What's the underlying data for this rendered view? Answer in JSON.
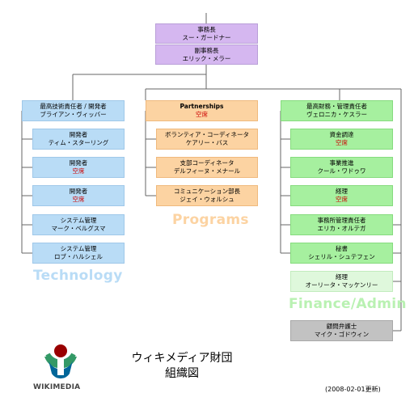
{
  "chart_data": {
    "type": "org-chart",
    "nodes": {
      "ed": {
        "title": "事務長",
        "name": "スー・ガードナー"
      },
      "ded": {
        "title": "副事務長",
        "name": "エリック・メラー"
      },
      "cto": {
        "title": "最高技術責任者 / 開発者",
        "name": "ブライアン・ヴィッバー"
      },
      "dev1": {
        "title": "開発者",
        "name": "ティム・スターリング"
      },
      "dev2": {
        "title": "開発者",
        "name": "空席"
      },
      "dev3": {
        "title": "開発者",
        "name": "空席"
      },
      "sys1": {
        "title": "システム管理",
        "name": "マーク・ベルグスマ"
      },
      "sys2": {
        "title": "システム管理",
        "name": "ロブ・ハルシェル"
      },
      "partner": {
        "title": "Partnerships",
        "name": "空席"
      },
      "volunteer": {
        "title": "ボランティア・コーディネータ",
        "name": "ケアリー・バス"
      },
      "chapter": {
        "title": "支部コーディネータ",
        "name": "デルフィーヌ・メナール"
      },
      "comm": {
        "title": "コミュニケーション部長",
        "name": "ジェイ・ウォルシュ"
      },
      "cfo": {
        "title": "最高財務・管理責任者",
        "name": "ヴェロニカ・ケスラー"
      },
      "fund": {
        "title": "資金調達",
        "name": "空席"
      },
      "bizdev": {
        "title": "事業推進",
        "name": "クール・ワドゥワ"
      },
      "acct1": {
        "title": "経理",
        "name": "空席"
      },
      "office": {
        "title": "事務所管理責任者",
        "name": "エリカ・オルテガ"
      },
      "sec": {
        "title": "秘書",
        "name": "シェリル・シュテフェン"
      },
      "acct2": {
        "title": "経理",
        "name": "オーリータ・マッケンリー"
      },
      "counsel": {
        "title": "顧問弁護士",
        "name": "マイク・ゴドウィン"
      }
    },
    "departments": {
      "technology": "Technology",
      "programs": "Programs",
      "finance": "Finance/Admin"
    }
  },
  "footer": {
    "title_line1": "ウィキメディア財団",
    "title_line2": "組織図",
    "date": "(2008-02-01更新)",
    "logo_text": "WIKIMEDIA"
  },
  "colors": {
    "technology": "#c4e1f7",
    "programs": "#fde2bf",
    "finance": "#b9f1b2",
    "connector": "#666666",
    "vacant": "#cc0000"
  }
}
